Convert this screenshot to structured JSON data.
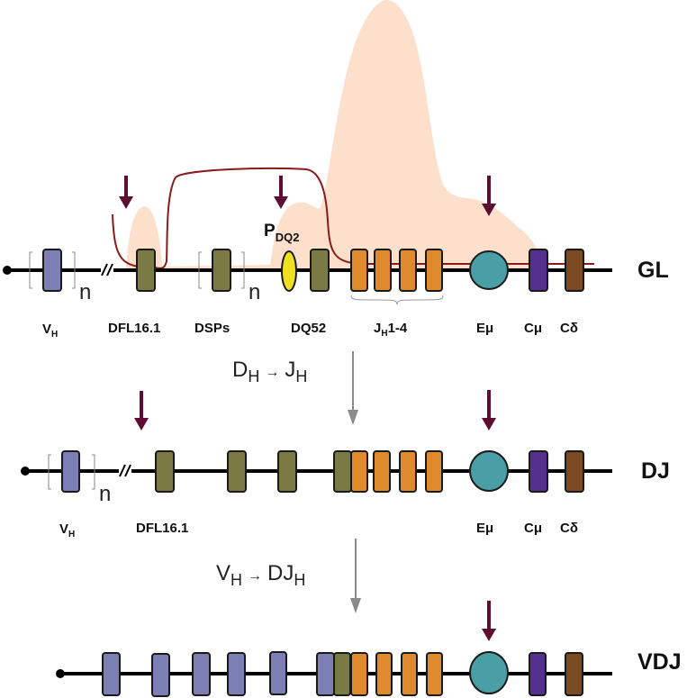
{
  "colors": {
    "vh": "#7b7fb3",
    "d": "#7a7a45",
    "jh": "#e08a2e",
    "emu_enhancer": "#4a9ea6",
    "cmu": "#55318f",
    "cdelta": "#7a4a22",
    "promoter": "#f0e020",
    "transcription_signal": "#fde0cc",
    "binding_curve": "#8b1a1a",
    "site_arrow": "#5e0e30",
    "step_arrow": "#8a8a8a",
    "chromosome_line": "#000000"
  },
  "rows": {
    "gl": {
      "state_label": "GL",
      "repeat_marker": "n",
      "labels": {
        "vh": "V",
        "vh_sub": "H",
        "dfl": "DFL16.1",
        "dsps": "DSPs",
        "dq52": "DQ52",
        "jh": "J",
        "jh_sub": "H",
        "jh_suffix": "1-4",
        "emu": "Eμ",
        "cmu": "Cμ",
        "cdelta": "Cδ"
      },
      "promoter_label": "P",
      "promoter_sub": "DQ2"
    },
    "dj": {
      "state_label": "DJ",
      "repeat_marker": "n",
      "labels": {
        "vh": "V",
        "vh_sub": "H",
        "dfl": "DFL16.1",
        "emu": "Eμ",
        "cmu": "Cμ",
        "cdelta": "Cδ"
      }
    },
    "vdj": {
      "state_label": "VDJ"
    }
  },
  "steps": [
    {
      "from": "D",
      "from_sub": "H",
      "arrow": "→",
      "to": "J",
      "to_sub": "H"
    },
    {
      "from": "V",
      "from_sub": "H",
      "arrow": "→",
      "to": "DJ",
      "to_sub": "H"
    }
  ]
}
